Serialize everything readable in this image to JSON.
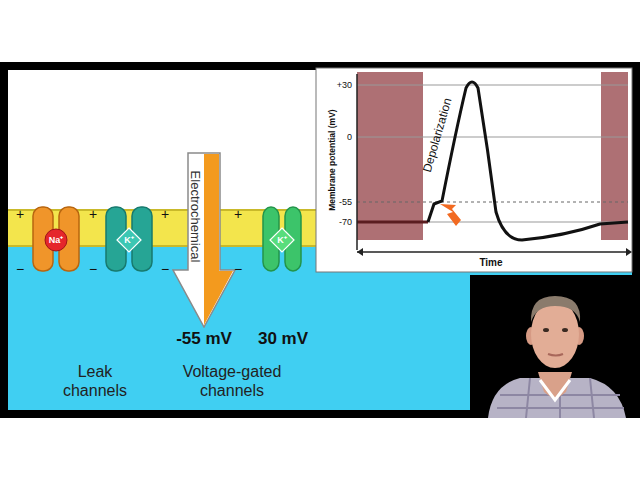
{
  "diagram": {
    "nodes": [
      {
        "text": [
          "Na⁺"
        ]
      },
      {
        "text": [
          "K⁺"
        ]
      },
      {
        "text": [
          "K⁺"
        ]
      },
      {
        "text": [
          "Electrochemical"
        ]
      }
    ],
    "labels": [
      "+",
      "+",
      "+",
      "+",
      "−",
      "−",
      "−",
      "−",
      "-55 mV",
      "30 mV",
      "Leak channels",
      "Voltage-gated channels",
      "+30",
      "0",
      "-55",
      "-70",
      "Membrane potential (mV)",
      "Depolarization",
      "Time"
    ]
  }
}
